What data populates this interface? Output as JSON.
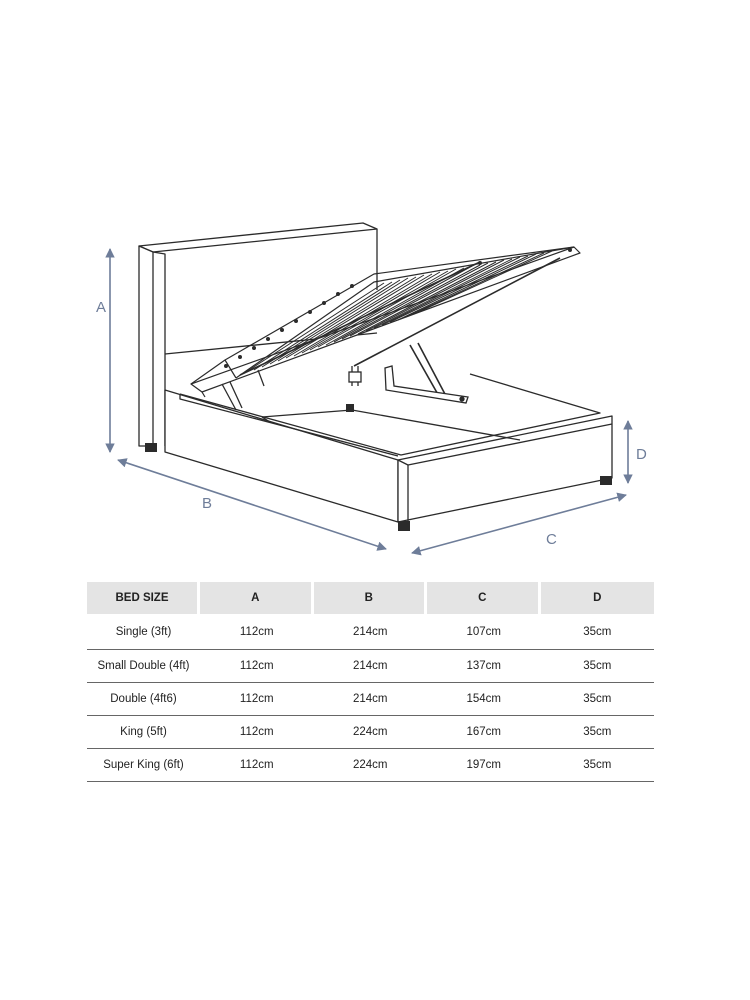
{
  "diagram": {
    "dimension_labels": {
      "a": "A",
      "b": "B",
      "c": "C",
      "d": "D"
    },
    "colors": {
      "line": "#2b2b2b",
      "dimension": "#6e7d99",
      "header_bg": "#e4e4e4"
    }
  },
  "table": {
    "headers": [
      "BED SIZE",
      "A",
      "B",
      "C",
      "D"
    ],
    "rows": [
      [
        "Single (3ft)",
        "112cm",
        "214cm",
        "107cm",
        "35cm"
      ],
      [
        "Small Double (4ft)",
        "112cm",
        "214cm",
        "137cm",
        "35cm"
      ],
      [
        "Double (4ft6)",
        "112cm",
        "214cm",
        "154cm",
        "35cm"
      ],
      [
        "King (5ft)",
        "112cm",
        "224cm",
        "167cm",
        "35cm"
      ],
      [
        "Super King (6ft)",
        "112cm",
        "224cm",
        "197cm",
        "35cm"
      ]
    ]
  }
}
